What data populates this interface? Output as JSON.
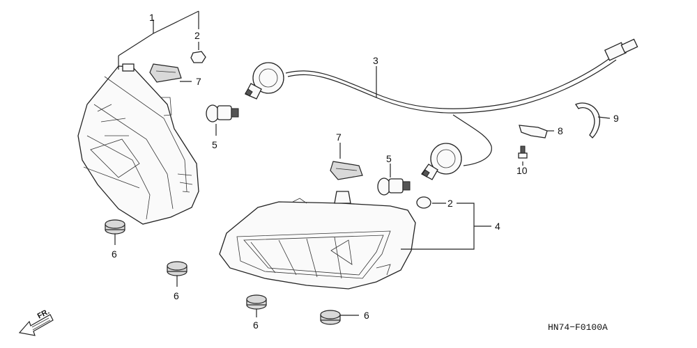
{
  "callouts": [
    {
      "id": "c1",
      "text": "1"
    },
    {
      "id": "c2a",
      "text": "2"
    },
    {
      "id": "c7a",
      "text": "7"
    },
    {
      "id": "c5a",
      "text": "5"
    },
    {
      "id": "c3",
      "text": "3"
    },
    {
      "id": "c9",
      "text": "9"
    },
    {
      "id": "c8",
      "text": "8"
    },
    {
      "id": "c10",
      "text": "10"
    },
    {
      "id": "c7b",
      "text": "7"
    },
    {
      "id": "c5b",
      "text": "5"
    },
    {
      "id": "c2b",
      "text": "2"
    },
    {
      "id": "c4",
      "text": "4"
    },
    {
      "id": "c6a",
      "text": "6"
    },
    {
      "id": "c6b",
      "text": "6"
    },
    {
      "id": "c6c",
      "text": "6"
    },
    {
      "id": "c6d",
      "text": "6"
    }
  ],
  "direction_label": "FR.",
  "diagram_code": "HN74−F0100A"
}
